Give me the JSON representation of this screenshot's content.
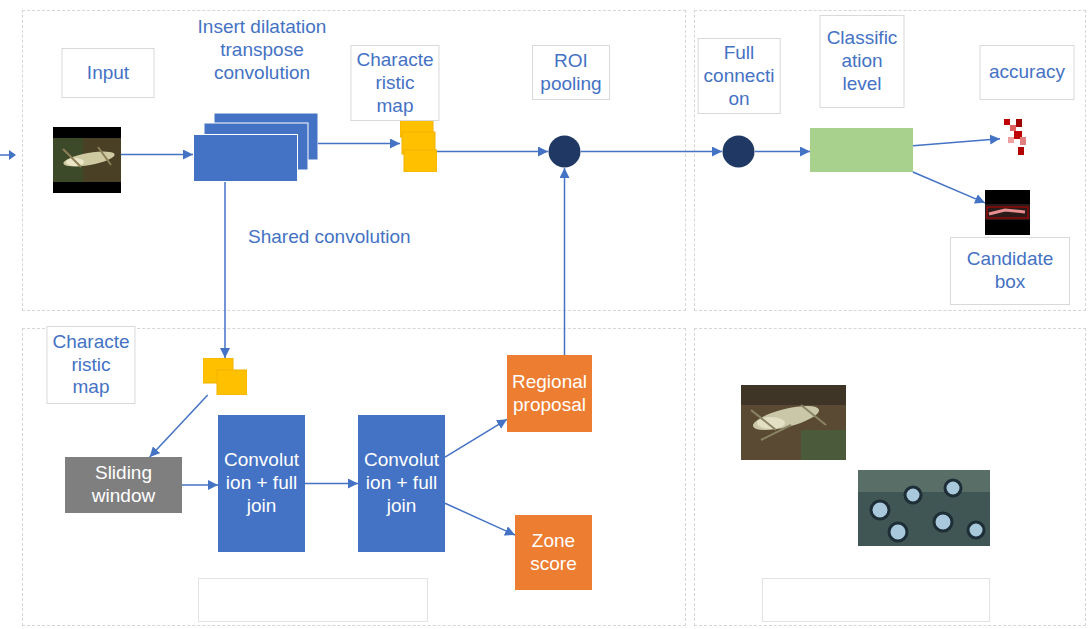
{
  "diagram": {
    "nodes": [
      {
        "text": [
          "Input"
        ]
      },
      {
        "text": [
          "Insert dilatation transpose convolution"
        ]
      },
      {
        "text": [
          "Characte ristic map"
        ]
      },
      {
        "text": [
          "ROI pooling"
        ]
      },
      {
        "text": [
          "Full connecti on"
        ]
      },
      {
        "text": [
          "Classific ation level"
        ]
      },
      {
        "text": [
          "accuracy"
        ]
      },
      {
        "text": [
          "Candidate box"
        ]
      },
      {
        "text": [
          "Characte ristic map"
        ]
      },
      {
        "text": [
          "Sliding window"
        ]
      },
      {
        "text": [
          "Convolut ion + full join"
        ]
      },
      {
        "text": [
          "Convolut ion + full join"
        ]
      },
      {
        "text": [
          "Regional proposal"
        ]
      },
      {
        "text": [
          "Zone score"
        ]
      }
    ],
    "edges": [
      {
        "from": 0,
        "to": 1,
        "arrow": "to"
      },
      {
        "from": 1,
        "to": 2,
        "arrow": "to"
      },
      {
        "from": 2,
        "to": 3,
        "arrow": "to"
      },
      {
        "from": 3,
        "to": 4,
        "arrow": "to"
      },
      {
        "from": 4,
        "to": 5,
        "arrow": "to"
      },
      {
        "from": 5,
        "to": 6,
        "arrow": "to"
      },
      {
        "from": 5,
        "to": 7,
        "arrow": "to"
      },
      {
        "from": 1,
        "to": 8,
        "arrow": "to"
      },
      {
        "from": 8,
        "to": 9,
        "arrow": "to"
      },
      {
        "from": 9,
        "to": 10,
        "arrow": "to"
      },
      {
        "from": 10,
        "to": 11,
        "arrow": "to"
      },
      {
        "from": 11,
        "to": 12,
        "arrow": "to"
      },
      {
        "from": 11,
        "to": 13,
        "arrow": "to"
      },
      {
        "from": 12,
        "to": 3,
        "arrow": "to"
      }
    ],
    "labels": [
      "Shared convolution"
    ]
  }
}
